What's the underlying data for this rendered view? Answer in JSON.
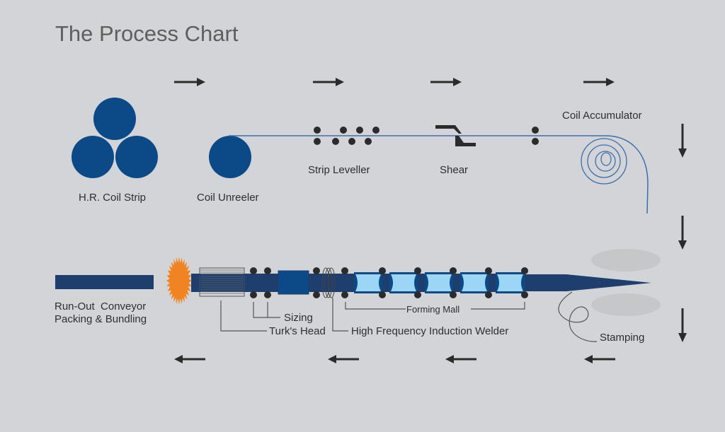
{
  "title": "The Process Chart",
  "colors": {
    "background": "#d3d4d8",
    "steel_blue": "#0b4a86",
    "strip_blue": "#1e3f6e",
    "pipe_light": "#9bd7f5",
    "roller": "#2b2b2b",
    "arrow": "#2b2b2b",
    "spark": "#ef8421",
    "stamping_roll": "#c5c7c9",
    "strip_line": "#3c6fa8",
    "leader": "#555555"
  },
  "stations": {
    "hr_coil_strip": "H.R. Coil Strip",
    "coil_unreeler": "Coil Unreeler",
    "strip_leveller": "Strip Leveller",
    "shear": "Shear",
    "coil_accumulator": "Coil Accumulator",
    "stamping": "Stamping",
    "forming_mall": "Forming Mall",
    "high_frequency_induction_welder": "High Frequency Induction Welder",
    "sizing": "Sizing",
    "turks_head": "Turk's Head",
    "run_out_line1": "Run-Out  Conveyor",
    "run_out_line2": "Packing & Bundling"
  },
  "flow": {
    "top_row_direction": "right",
    "right_column_direction": "down",
    "bottom_row_direction": "left",
    "top_arrow_count": 4,
    "right_arrow_count": 3,
    "bottom_arrow_count": 4
  }
}
